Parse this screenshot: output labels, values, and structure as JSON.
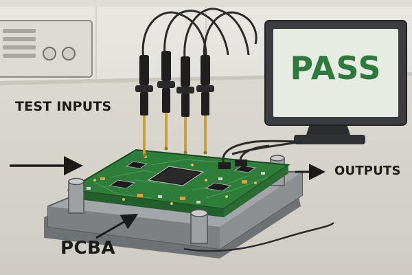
{
  "labels": {
    "test_inputs": "TEST INPUTS",
    "outputs": "OUTPUTS",
    "pcba": "PCBA"
  },
  "monitor": {
    "status_text": "PASS"
  },
  "colors": {
    "pass_green": "#2e7a3c",
    "pcb_green": "#2f7d3a",
    "probe_black": "#1f1f1f",
    "probe_tip_gold": "#c9a13a",
    "fixture_gray": "#8a8d8f",
    "background": "#e8e6e0"
  },
  "icons": {
    "input_arrow": "arrow-right-icon",
    "output_arrow": "arrow-right-icon",
    "pcba_pointer": "arrow-up-right-icon"
  }
}
